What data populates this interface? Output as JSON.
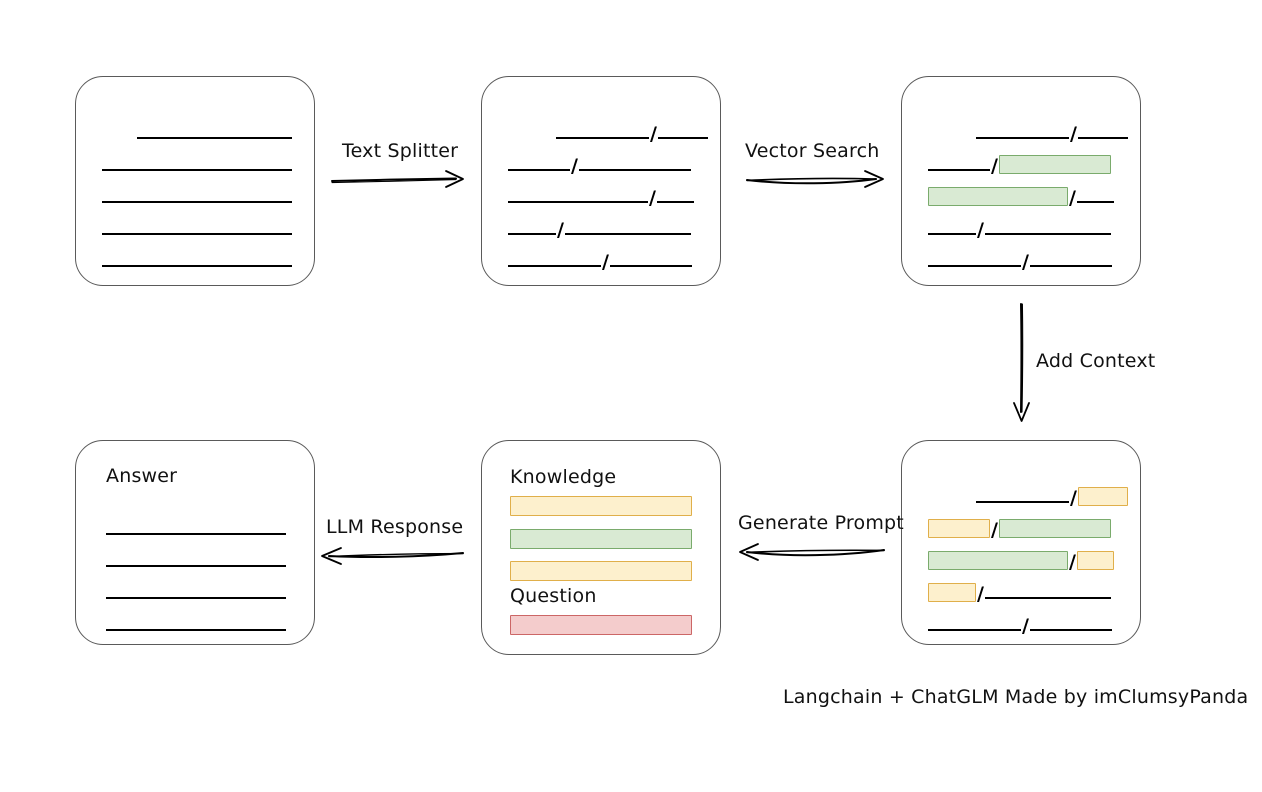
{
  "caption": "Langchain + ChatGLM Made by imClumsyPanda",
  "arrows": {
    "text_splitter": "Text Splitter",
    "vector_search": "Vector Search",
    "add_context": "Add Context",
    "generate_prompt": "Generate Prompt",
    "llm_response": "LLM Response"
  },
  "boxes": {
    "source_document": {
      "name": "source-document",
      "label": "",
      "rows": [
        [
          {
            "type": "space",
            "w": 35
          },
          {
            "type": "line",
            "w": 155
          }
        ],
        [
          {
            "type": "line",
            "w": 190
          }
        ],
        [
          {
            "type": "line",
            "w": 190
          }
        ],
        [
          {
            "type": "line",
            "w": 190
          }
        ],
        [
          {
            "type": "line",
            "w": 190
          }
        ]
      ]
    },
    "split_document": {
      "name": "split-document",
      "label": "",
      "rows": [
        [
          {
            "type": "space",
            "w": 48
          },
          {
            "type": "line",
            "w": 93
          },
          {
            "type": "slash"
          },
          {
            "type": "line",
            "w": 50
          }
        ],
        [
          {
            "type": "line",
            "w": 62
          },
          {
            "type": "slash"
          },
          {
            "type": "line",
            "w": 112
          }
        ],
        [
          {
            "type": "line",
            "w": 140
          },
          {
            "type": "slash"
          },
          {
            "type": "line",
            "w": 37
          }
        ],
        [
          {
            "type": "line",
            "w": 48
          },
          {
            "type": "slash"
          },
          {
            "type": "line",
            "w": 126
          }
        ],
        [
          {
            "type": "line",
            "w": 93
          },
          {
            "type": "slash"
          },
          {
            "type": "line",
            "w": 82
          }
        ]
      ]
    },
    "matched_document": {
      "name": "matched-document",
      "label": "",
      "rows": [
        [
          {
            "type": "space",
            "w": 48
          },
          {
            "type": "line",
            "w": 93
          },
          {
            "type": "slash"
          },
          {
            "type": "line",
            "w": 50
          }
        ],
        [
          {
            "type": "line",
            "w": 62
          },
          {
            "type": "slash"
          },
          {
            "type": "chip",
            "color": "green",
            "w": 112
          }
        ],
        [
          {
            "type": "chip",
            "color": "green",
            "w": 140
          },
          {
            "type": "slash"
          },
          {
            "type": "line",
            "w": 37
          }
        ],
        [
          {
            "type": "line",
            "w": 48
          },
          {
            "type": "slash"
          },
          {
            "type": "line",
            "w": 126
          }
        ],
        [
          {
            "type": "line",
            "w": 93
          },
          {
            "type": "slash"
          },
          {
            "type": "line",
            "w": 82
          }
        ]
      ]
    },
    "context_document": {
      "name": "context-document",
      "label": "",
      "rows": [
        [
          {
            "type": "space",
            "w": 48
          },
          {
            "type": "line",
            "w": 93
          },
          {
            "type": "slash"
          },
          {
            "type": "chip",
            "color": "yellow",
            "w": 50
          }
        ],
        [
          {
            "type": "chip",
            "color": "yellow",
            "w": 62
          },
          {
            "type": "slash"
          },
          {
            "type": "chip",
            "color": "green",
            "w": 112
          }
        ],
        [
          {
            "type": "chip",
            "color": "green",
            "w": 140
          },
          {
            "type": "slash"
          },
          {
            "type": "chip",
            "color": "yellow",
            "w": 37
          }
        ],
        [
          {
            "type": "chip",
            "color": "yellow",
            "w": 48
          },
          {
            "type": "slash"
          },
          {
            "type": "line",
            "w": 126
          }
        ],
        [
          {
            "type": "line",
            "w": 93
          },
          {
            "type": "slash"
          },
          {
            "type": "line",
            "w": 82
          }
        ]
      ]
    },
    "prompt": {
      "name": "prompt-box",
      "knowledge_label": "Knowledge",
      "question_label": "Question",
      "knowledge_bars": [
        "yellow",
        "green",
        "yellow"
      ],
      "question_bars": [
        "red"
      ]
    },
    "answer": {
      "name": "answer-box",
      "label": "Answer",
      "rows": [
        [
          {
            "type": "line",
            "w": 180
          }
        ],
        [
          {
            "type": "line",
            "w": 180
          }
        ],
        [
          {
            "type": "line",
            "w": 180
          }
        ],
        [
          {
            "type": "line",
            "w": 180
          }
        ]
      ]
    }
  },
  "colors": {
    "green_fill": "#d9ead3",
    "green_border": "#7aab6c",
    "yellow_fill": "#fdf0cd",
    "yellow_border": "#e0af4a",
    "red_fill": "#f4cccc",
    "red_border": "#cc6666",
    "box_border": "#5a5a5a",
    "ink": "#000000"
  }
}
